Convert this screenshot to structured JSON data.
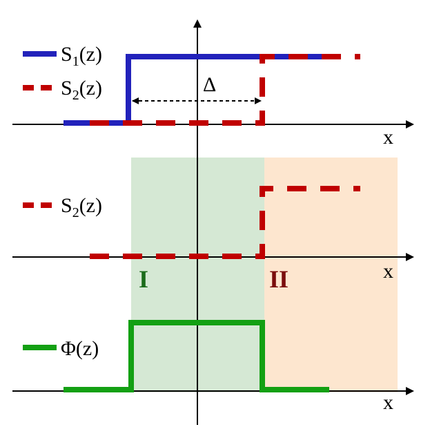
{
  "panels": {
    "top": {
      "legend": [
        {
          "id": "s1",
          "label_main": "S",
          "label_sub": "1",
          "label_tail": "(z)"
        },
        {
          "id": "s2",
          "label_main": "S",
          "label_sub": "2",
          "label_tail": "(z)"
        }
      ],
      "delta_label": "Δ",
      "x_label": "x"
    },
    "middle": {
      "legend": {
        "label_main": "S",
        "label_sub": "2",
        "label_tail": "(z)"
      },
      "region_I": "I",
      "region_II": "II",
      "x_label": "x"
    },
    "bottom": {
      "legend": {
        "label": "Φ(z)"
      },
      "x_label": "x"
    }
  },
  "colors": {
    "s1": "#2222bb",
    "s2": "#c00000",
    "phi": "#13a013",
    "region_I_fill": "#d5e8d4",
    "region_II_fill": "#fde6cf",
    "region_I_text": "#1b6b1b",
    "region_II_text": "#7a0d0d",
    "axis": "#000000"
  }
}
